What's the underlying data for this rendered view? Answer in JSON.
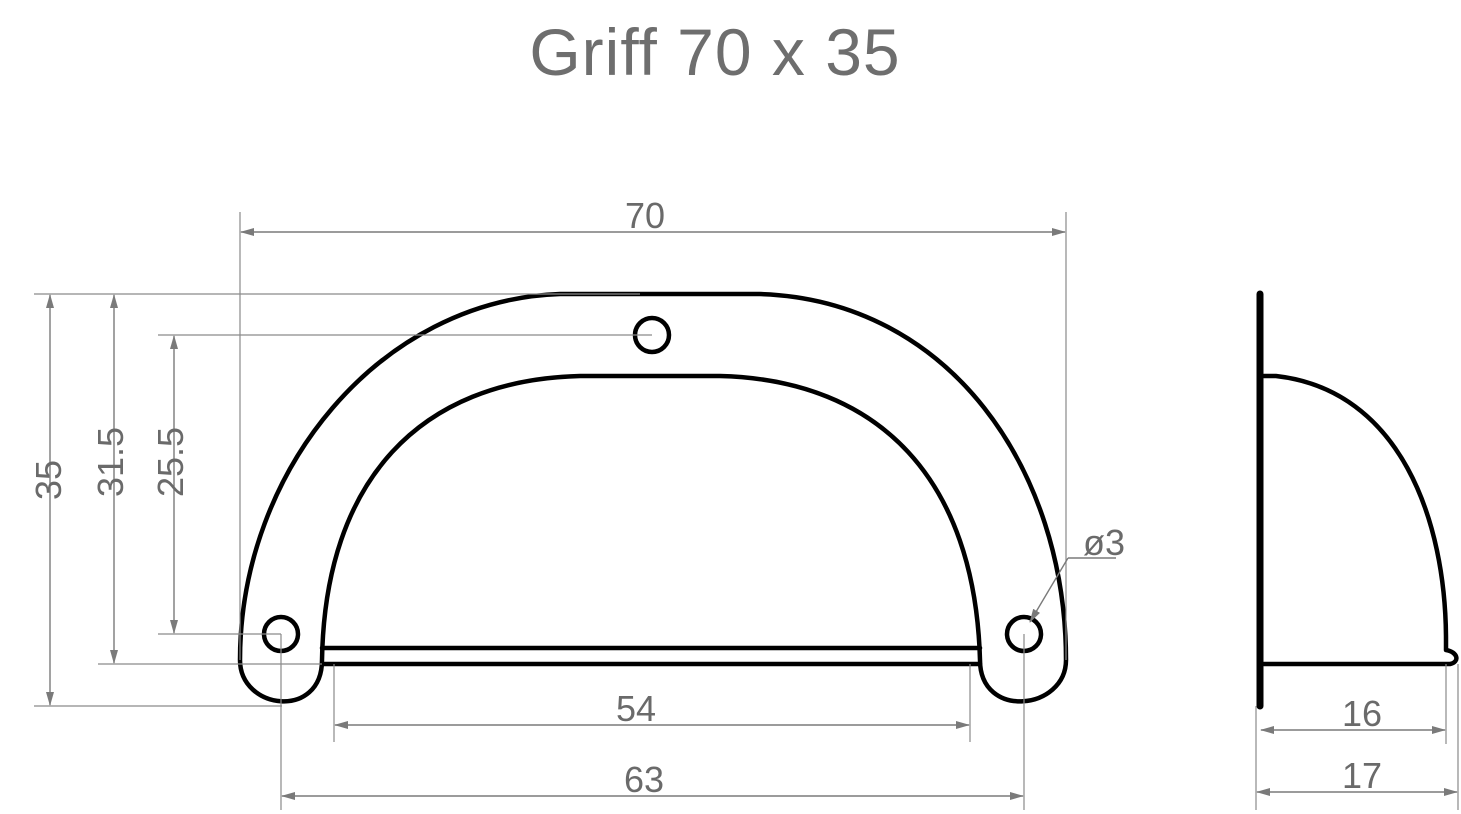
{
  "title": "Griff 70 x 35",
  "front_view": {
    "dimensions": {
      "overall_width": "70",
      "overall_height": "35",
      "top_hole_height": "31.5",
      "center_height": "25.5",
      "inner_width": "54",
      "hole_spacing": "63",
      "hole_diameter": "ø3"
    }
  },
  "side_view": {
    "dimensions": {
      "depth": "16",
      "total_depth": "17"
    }
  },
  "colors": {
    "outline": "#000000",
    "dimension": "#7a7a7a",
    "text": "#6a6a6a"
  }
}
